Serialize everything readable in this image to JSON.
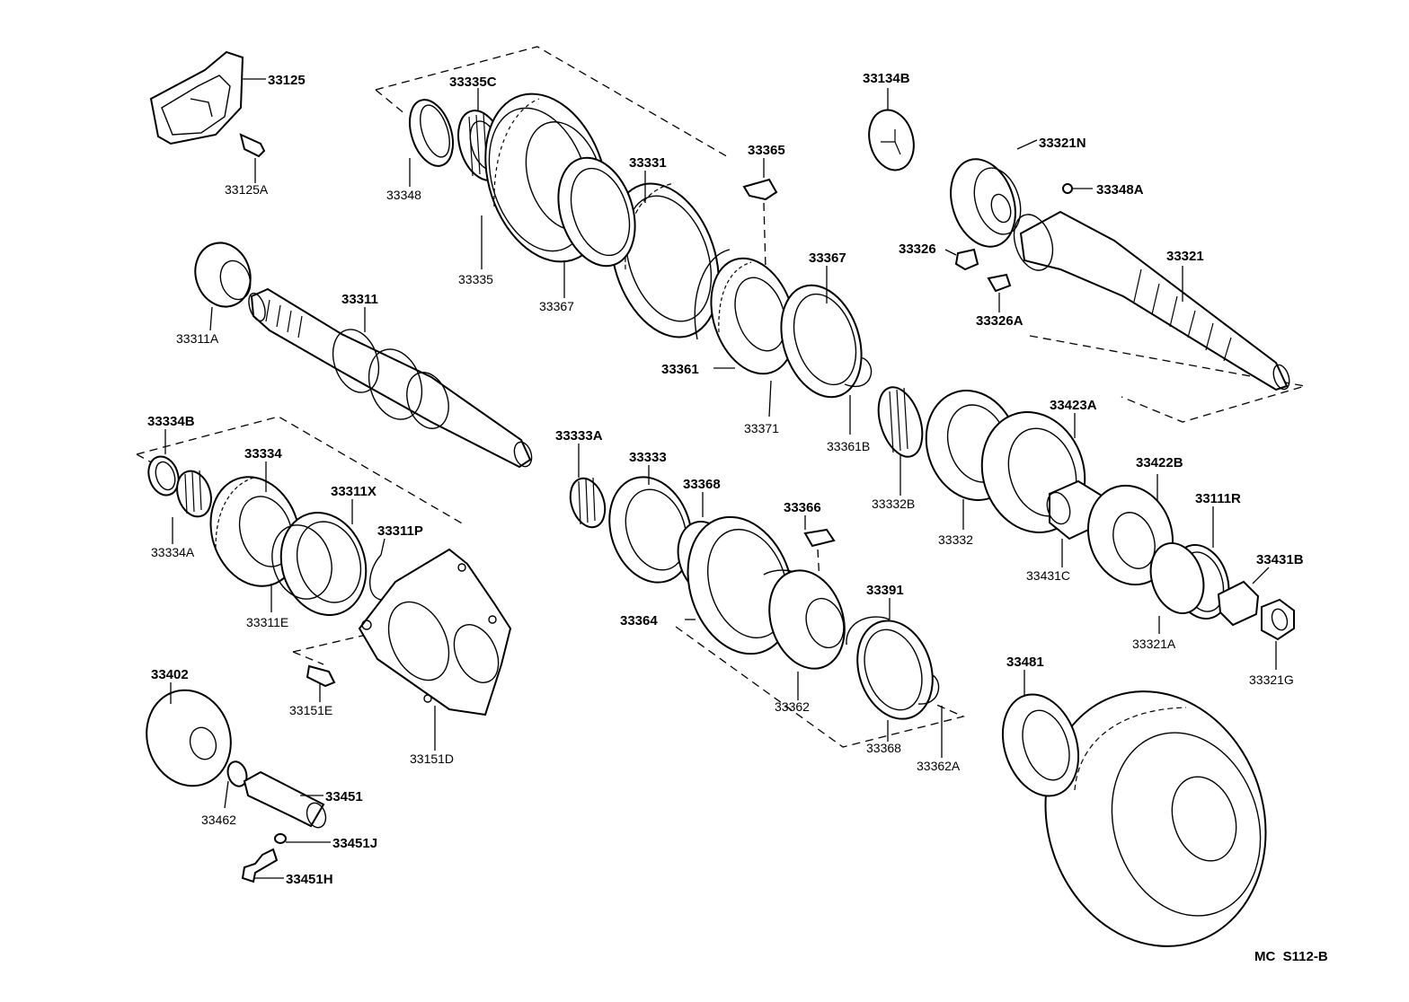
{
  "labels": {
    "p33125": "33125",
    "p33125A": "33125A",
    "p33335C": "33335C",
    "p33348": "33348",
    "p33335": "33335",
    "p33331": "33331",
    "p33367a": "33367",
    "p33365": "33365",
    "p33367b": "33367",
    "p33361": "33361",
    "p33371": "33371",
    "p33361B": "33361B",
    "p33134B": "33134B",
    "p33321N": "33321N",
    "p33348A": "33348A",
    "p33326": "33326",
    "p33326A": "33326A",
    "p33321": "33321",
    "p33311A": "33311A",
    "p33311": "33311",
    "p33334B": "33334B",
    "p33334": "33334",
    "p33334A": "33334A",
    "p33311X": "33311X",
    "p33311P": "33311P",
    "p33311E": "33311E",
    "p33151E": "33151E",
    "p33151D": "33151D",
    "p33402": "33402",
    "p33462": "33462",
    "p33451": "33451",
    "p33451J": "33451J",
    "p33451H": "33451H",
    "p33333A": "33333A",
    "p33333": "33333",
    "p33368a": "33368",
    "p33366": "33366",
    "p33364": "33364",
    "p33391": "33391",
    "p33362": "33362",
    "p33368b": "33368",
    "p33362A": "33362A",
    "p33332B": "33332B",
    "p33332": "33332",
    "p33423A": "33423A",
    "p33431C": "33431C",
    "p33422B": "33422B",
    "p33111R": "33111R",
    "p33431B": "33431B",
    "p33321A": "33321A",
    "p33321G": "33321G",
    "p33481": "33481"
  },
  "footer_code": "MC  S112-B"
}
